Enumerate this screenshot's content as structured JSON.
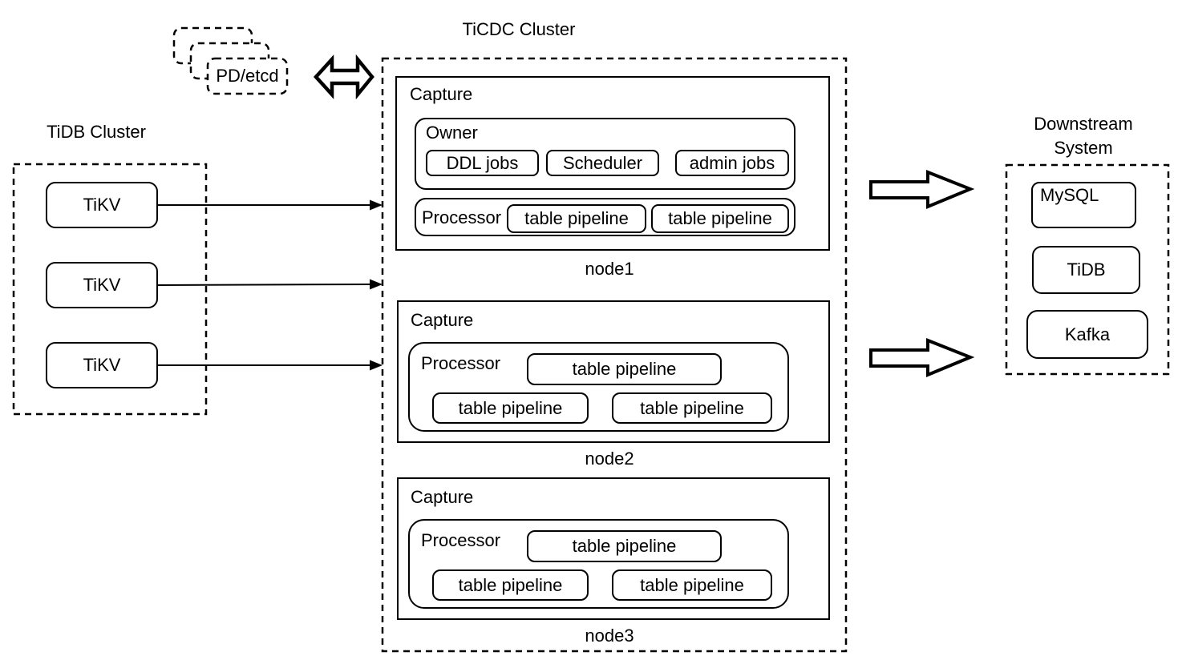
{
  "tidb_cluster": {
    "title": "TiDB Cluster",
    "tikv_nodes": [
      "TiKV",
      "TiKV",
      "TiKV"
    ]
  },
  "pd_etcd": {
    "label": "PD/etcd"
  },
  "ticdc": {
    "title": "TiCDC Cluster",
    "nodes": [
      {
        "name": "node1",
        "capture_label": "Capture",
        "owner": {
          "label": "Owner",
          "jobs": [
            "DDL jobs",
            "Scheduler",
            "admin jobs"
          ]
        },
        "processor": {
          "label": "Processor",
          "pipelines": [
            "table pipeline",
            "table pipeline"
          ]
        }
      },
      {
        "name": "node2",
        "capture_label": "Capture",
        "processor": {
          "label": "Processor",
          "pipelines": [
            "table pipeline",
            "table pipeline",
            "table pipeline"
          ]
        }
      },
      {
        "name": "node3",
        "capture_label": "Capture",
        "processor": {
          "label": "Processor",
          "pipelines": [
            "table pipeline",
            "table pipeline",
            "table pipeline"
          ]
        }
      }
    ]
  },
  "downstream": {
    "title": [
      "Downstream",
      "System"
    ],
    "systems": [
      "MySQL",
      "TiDB",
      "Kafka"
    ]
  },
  "icons": {
    "pd_ticdc_link_icon": "double-headed-block-arrow",
    "ticdc_downstream_icon": "block-arrow-right",
    "tikv_stream_icon": "thin-arrow-right"
  },
  "colors": {
    "stroke": "#000000",
    "background": "#ffffff"
  }
}
